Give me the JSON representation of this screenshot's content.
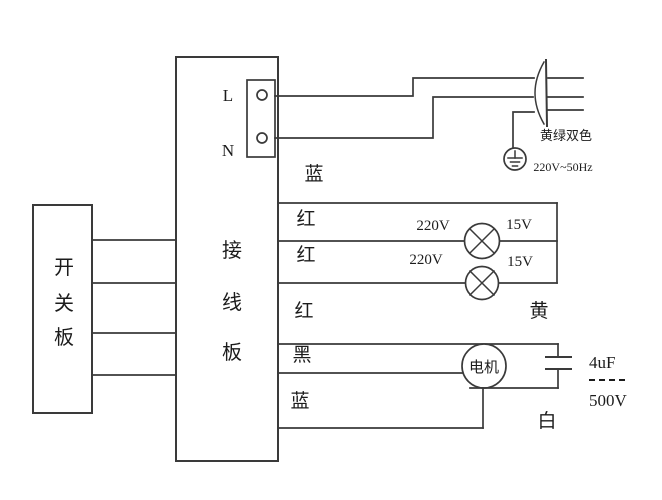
{
  "switch_board": {
    "label": "开关板"
  },
  "terminal_board": {
    "label": "接线板"
  },
  "power_terminals": {
    "live": "L",
    "neutral": "N"
  },
  "plug": {
    "ground_wire_color": "黄绿双色",
    "rating": "220V~50Hz"
  },
  "wires": {
    "blue_top": "蓝",
    "red_1": "红",
    "red_2": "红",
    "red_3": "红",
    "black": "黑",
    "blue_bottom": "蓝",
    "yellow": "黄",
    "white": "白"
  },
  "lamps": [
    {
      "primary_voltage": "220V",
      "secondary_voltage": "15V"
    },
    {
      "primary_voltage": "220V",
      "secondary_voltage": "15V"
    }
  ],
  "motor": {
    "label": "电机"
  },
  "capacitor": {
    "capacitance": "4uF",
    "voltage": "500V"
  },
  "colors": {
    "line": "#3a3a3a",
    "text": "#1c1c1c",
    "background": "#ffffff"
  }
}
